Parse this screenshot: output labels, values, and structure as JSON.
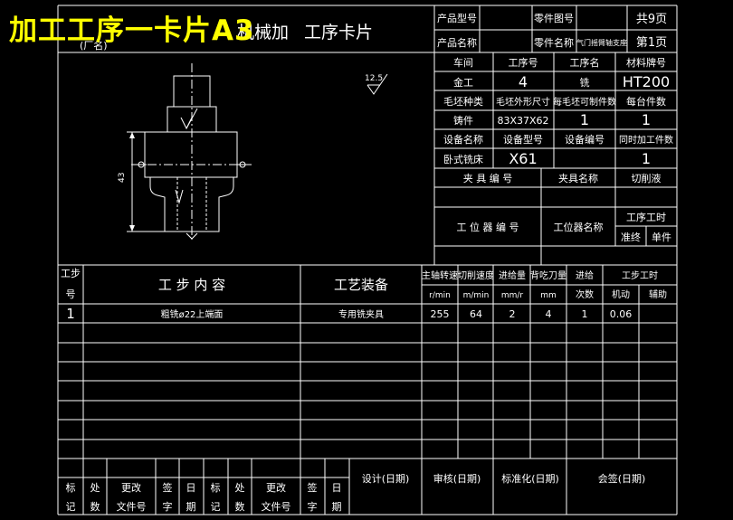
{
  "overlay_title": "加工工序一卡片A3",
  "card": {
    "factory": "(厂名)",
    "title_fragment": "机械加",
    "title_suffix": "工序卡片",
    "roughness": "12.5"
  },
  "header": {
    "product_model_label": "产品型号",
    "part_drawing_label": "零件图号",
    "total_pages": "共9页",
    "product_name_label": "产品名称",
    "part_name_label": "零件名称",
    "part_name_value": "气门摇臂轴支座",
    "page_num": "第1页"
  },
  "process": {
    "workshop_label": "车间",
    "process_no_label": "工序号",
    "process_name_label": "工序名",
    "material_label": "材料牌号",
    "workshop": "金工",
    "process_no": "4",
    "process_name": "铣",
    "material": "HT200",
    "blank_type_label": "毛坯种类",
    "blank_size_label": "毛坯外形尺寸",
    "per_blank_label": "每毛坯可制件数",
    "per_unit_label": "每台件数",
    "blank_type": "铸件",
    "blank_size": "83X37X62",
    "per_blank": "1",
    "per_unit": "1",
    "equip_name_label": "设备名称",
    "equip_model_label": "设备型号",
    "equip_no_label": "设备编号",
    "simul_label": "同时加工件数",
    "equip_name": "卧式铣床",
    "equip_model": "X61",
    "simul": "1",
    "fixture_no_label": "夹 具 编 号",
    "fixture_name_label": "夹具名称",
    "coolant_label": "切削液",
    "station_no_label": "工 位 器 编 号",
    "station_name_label": "工位器名称",
    "process_hours_label": "工序工时",
    "prep_label": "准终",
    "unit_label": "单件"
  },
  "drawing": {
    "dim_43": "43"
  },
  "steps": {
    "step_no_label_1": "工步",
    "step_no_label_2": "号",
    "content_label": "工 步 内 容",
    "equip_label": "工艺装备",
    "spindle_label": "主轴转速",
    "spindle_unit": "r/min",
    "speed_label": "切削速度",
    "speed_unit": "m/min",
    "feed_label": "进给量",
    "feed_unit": "mm/r",
    "depth_label": "背吃刀量",
    "depth_unit": "mm",
    "passes_label_1": "进给",
    "passes_label_2": "次数",
    "hours_label": "工步工时",
    "machine_label": "机动",
    "aux_label": "辅助",
    "rows": [
      {
        "no": "1",
        "content": "粗铣ø22上端面",
        "equip": "专用铣夹具",
        "spindle": "255",
        "speed": "64",
        "feed": "2",
        "depth": "4",
        "passes": "1",
        "machine": "0.06",
        "aux": ""
      }
    ]
  },
  "footer": {
    "mark_1": "标",
    "mark_2": "记",
    "place_1": "处",
    "place_2": "数",
    "change_doc_1": "更改",
    "change_doc_2": "文件号",
    "sign_1": "签",
    "sign_2": "字",
    "date_1": "日",
    "date_2": "期",
    "design": "设计(日期)",
    "review": "审核(日期)",
    "standard": "标准化(日期)",
    "countersign": "会签(日期)"
  }
}
